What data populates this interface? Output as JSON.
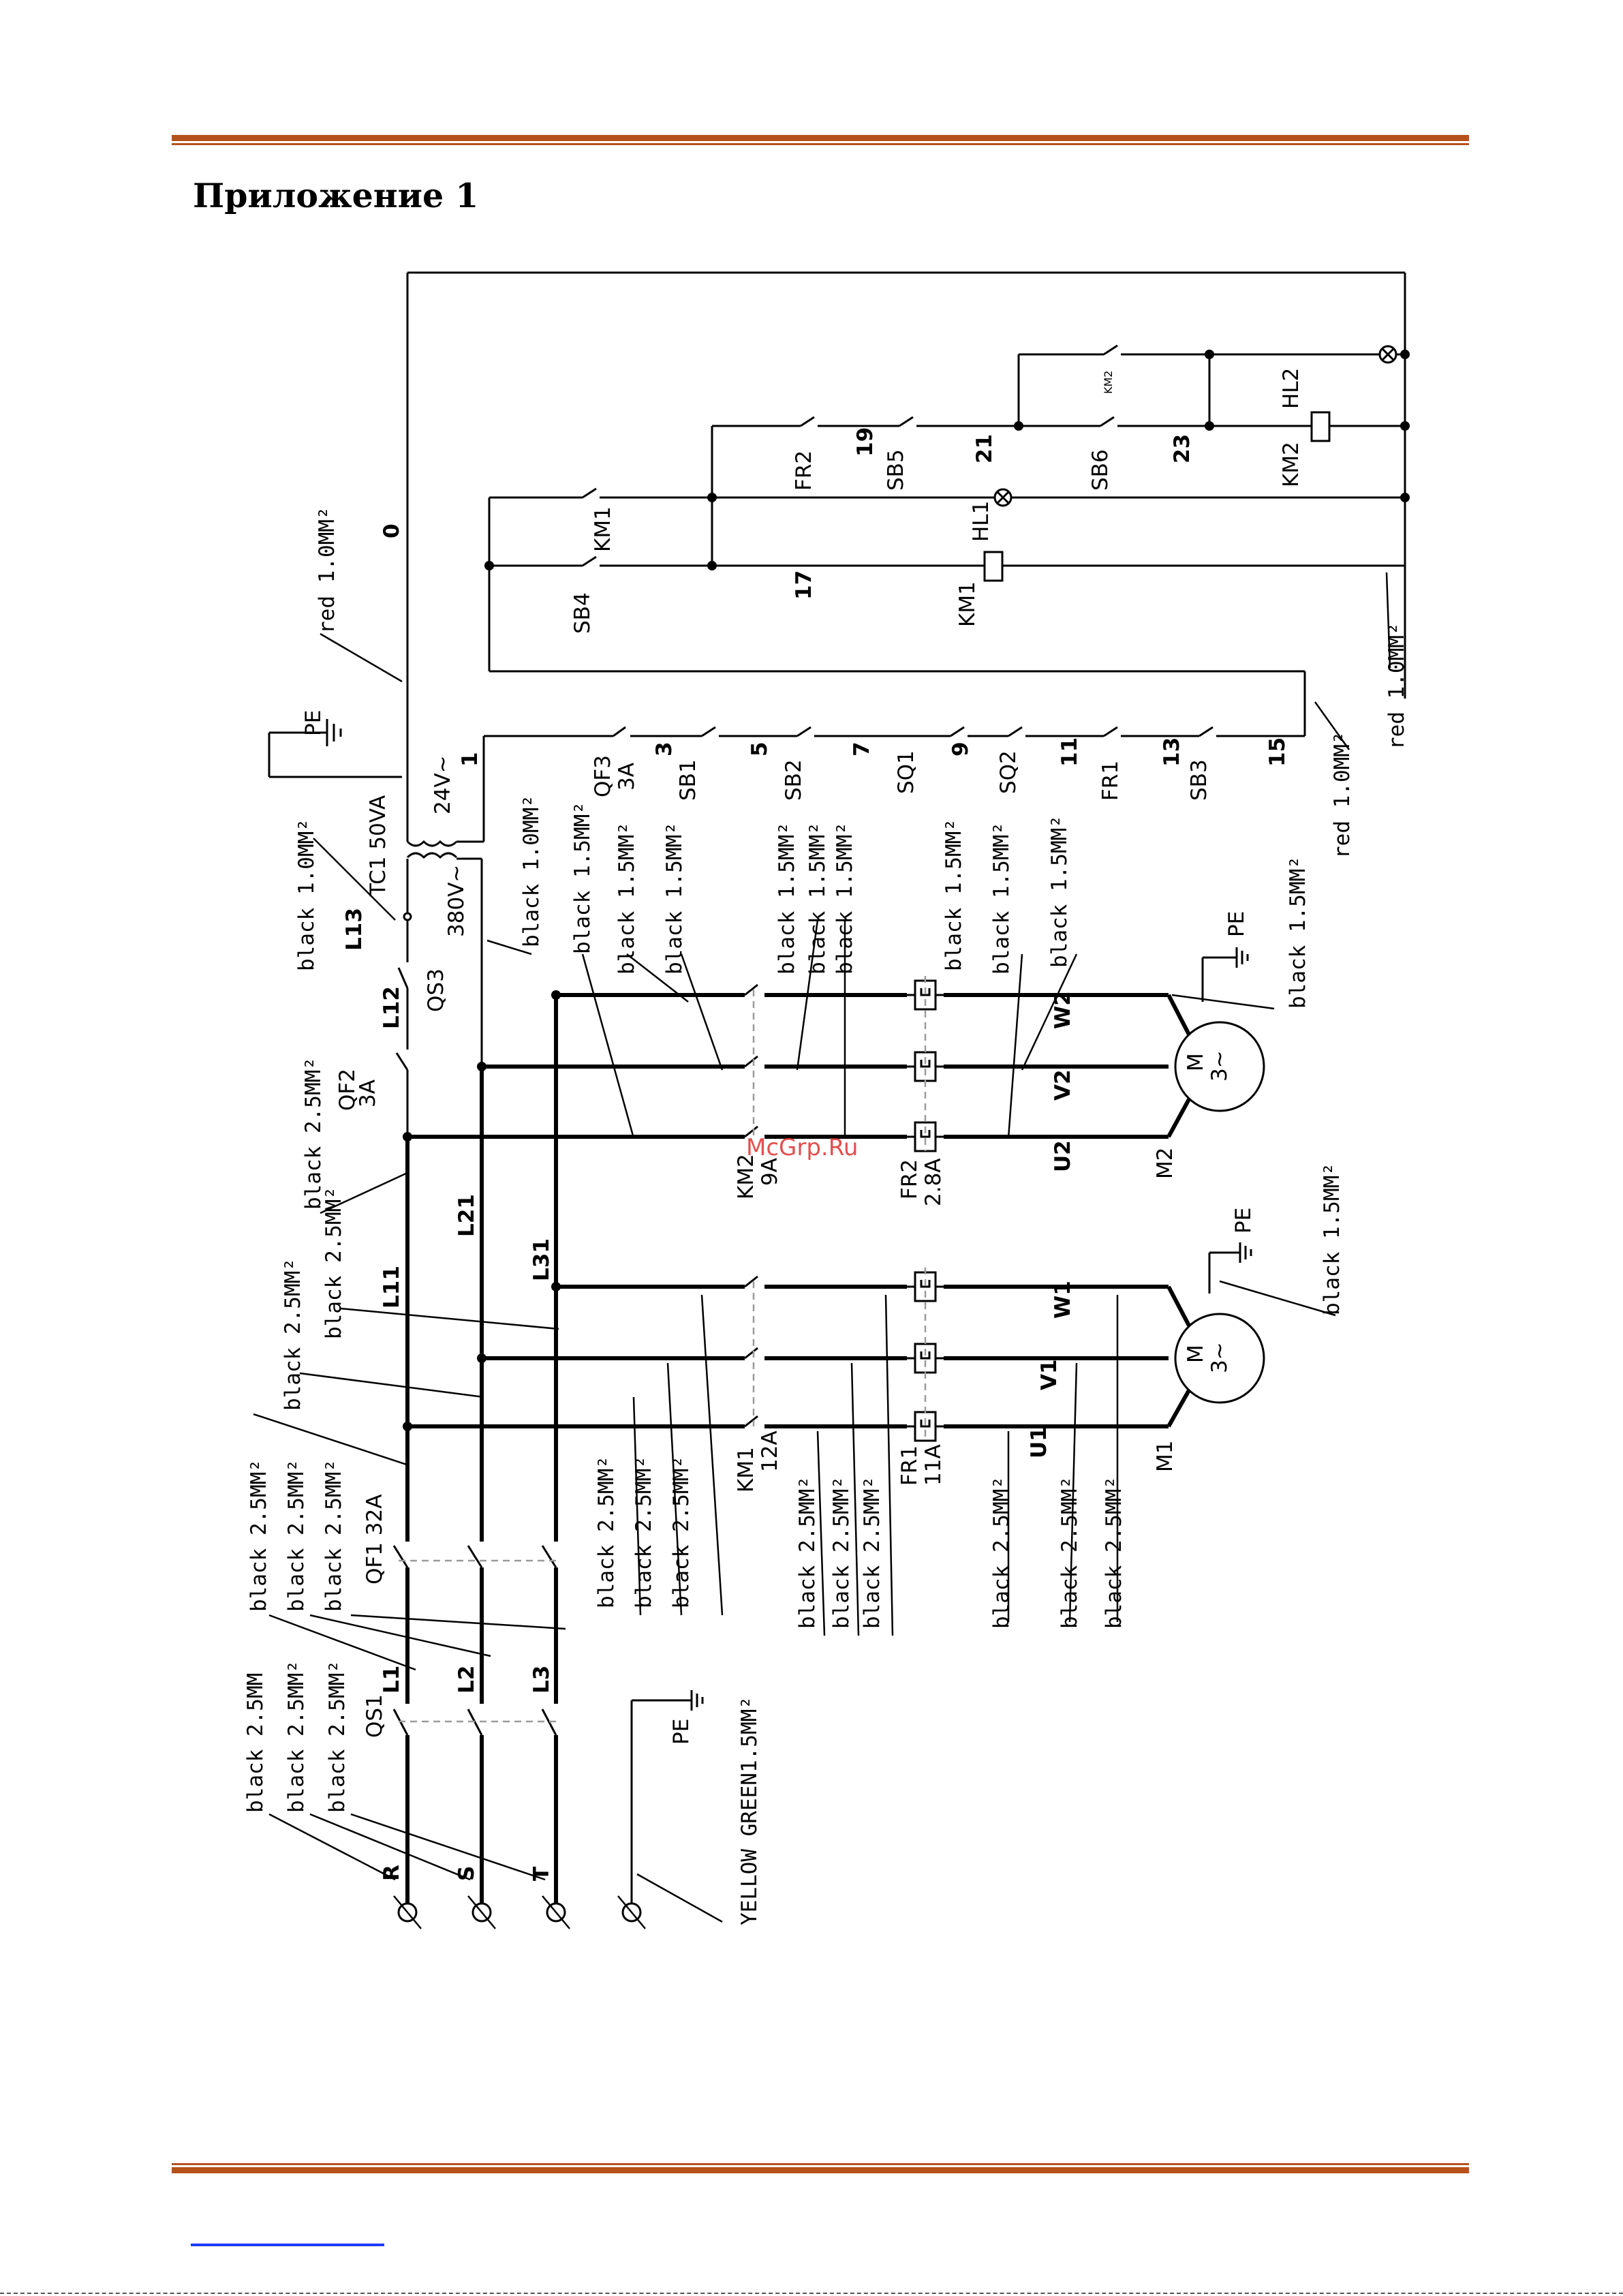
{
  "page": {
    "title": "Приложение 1",
    "rule_color": "#b5521c",
    "watermark": "McGrp.Ru",
    "watermark_color": "#e03030",
    "link_color": "#1f3cff"
  },
  "diagram": {
    "wire_labels": {
      "bl25": "black 2.5MM²",
      "bl25_trunc": "black 2.5MM",
      "bl15": "black 1.5MM²",
      "bl10": "black 1.0MM²",
      "red10": "red 1.0MM²",
      "yg15": "YELLOW GREEN1.5MM²"
    },
    "terminals": {
      "r": "R",
      "s": "S",
      "t": "T",
      "pe": "PE"
    },
    "lines": {
      "l1": "L1",
      "l2": "L2",
      "l3": "L3",
      "l11": "L11",
      "l21": "L21",
      "l31": "L31",
      "l12": "L12",
      "l13": "L13"
    },
    "devices": {
      "qs1": "QS1",
      "qf1": "QF1 32A",
      "qf2": "QF2",
      "qf2_rating": "3A",
      "qs3": "QS3",
      "tc1": "TC1 50VA",
      "tc1_primary": "380V~",
      "tc1_secondary": "24V~",
      "km1": "KM1",
      "km1_rating": "12A",
      "km2": "KM2",
      "km2_rating": "9A",
      "fr1": "FR1",
      "fr1_rating": "11A",
      "fr2": "FR2",
      "fr2_rating": "2.8A",
      "m1": "M1",
      "m2": "M2",
      "motor": "M",
      "motor_phase": "3~",
      "u1": "U1",
      "v1": "V1",
      "w1": "W1",
      "u2": "U2",
      "v2": "V2",
      "w2": "W2"
    },
    "control": {
      "qf3": "QF3",
      "qf3_rating": "3A",
      "sb1": "SB1",
      "sb2": "SB2",
      "sq1": "SQ1",
      "sq2": "SQ2",
      "fr1": "FR1",
      "sb3": "SB3",
      "sb4": "SB4",
      "km1": "KM1",
      "hl1": "HL1",
      "fr2": "FR2",
      "sb5": "SB5",
      "sb6": "SB6",
      "km2": "KM2",
      "km2_small": "KM2",
      "hl2": "HL2",
      "n0": "0",
      "n1": "1",
      "n3": "3",
      "n5": "5",
      "n7": "7",
      "n9": "9",
      "n11": "11",
      "n13": "13",
      "n15": "15",
      "n17": "17",
      "n19": "19",
      "n21": "21",
      "n23": "23"
    }
  }
}
